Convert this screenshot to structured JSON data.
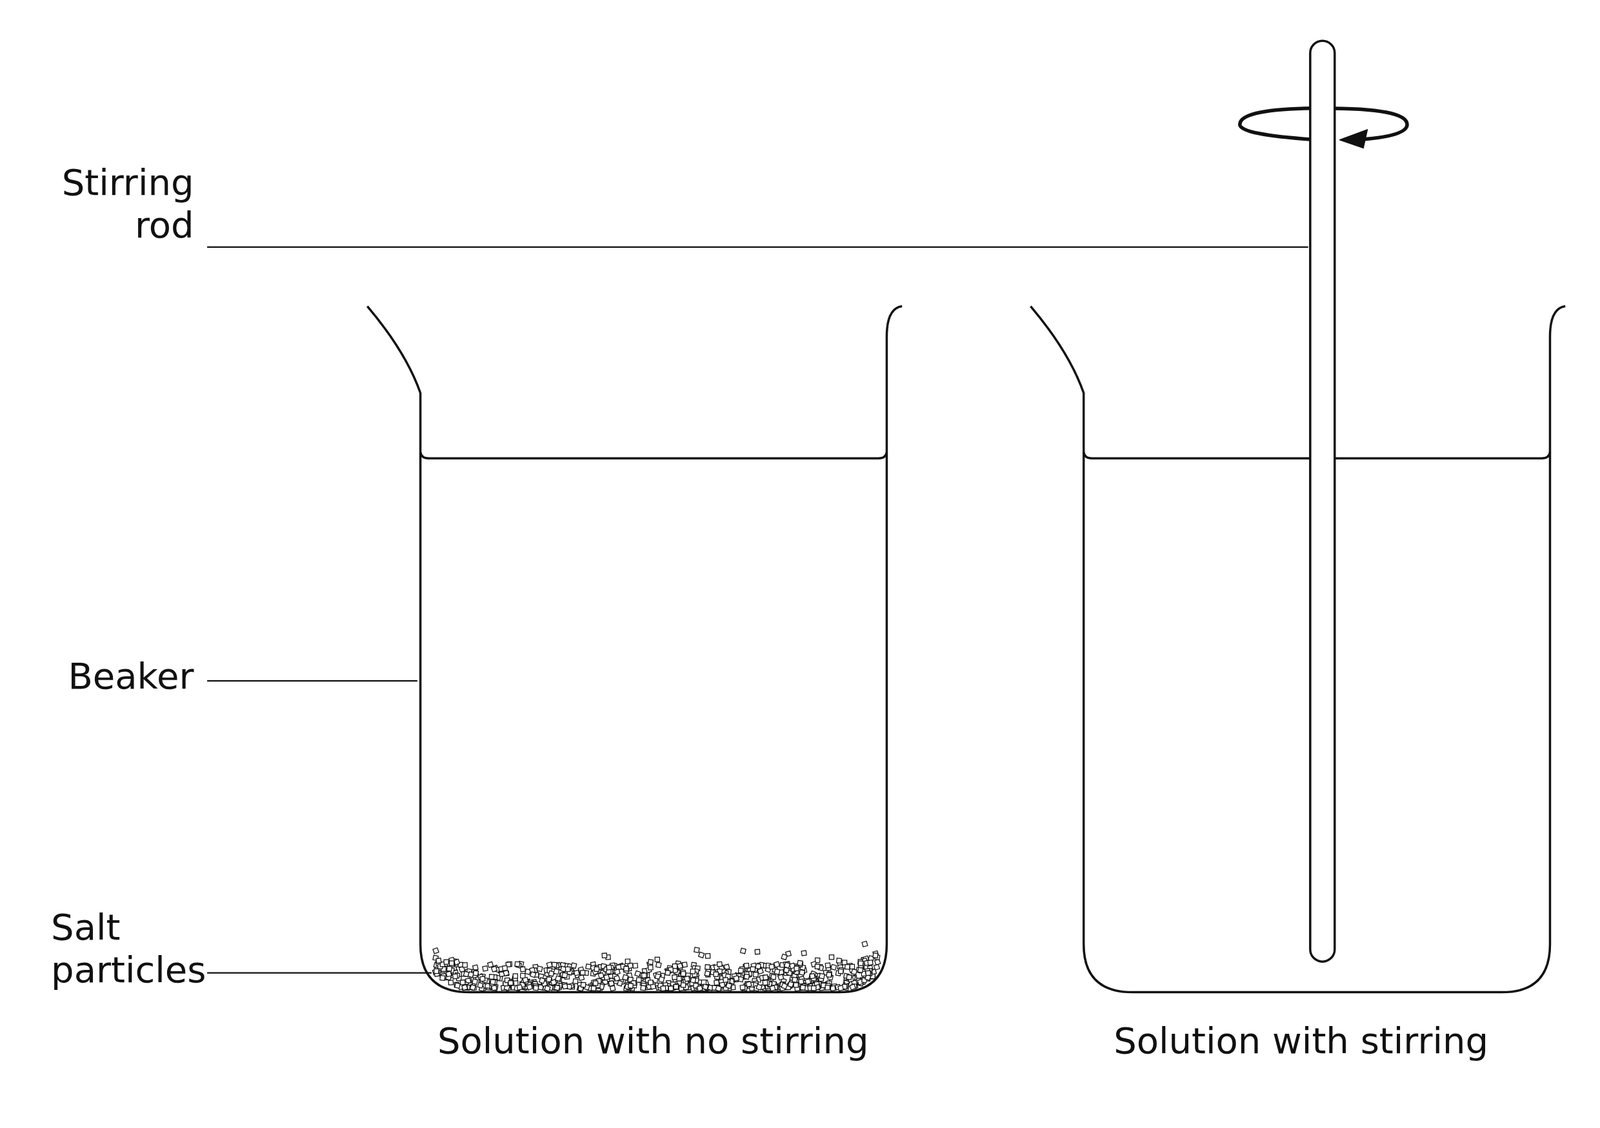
{
  "diagram": {
    "labels": [
      "Stirring rod",
      "Beaker",
      "Salt particles",
      "Solution with no stirring",
      "Solution with stirring"
    ]
  }
}
